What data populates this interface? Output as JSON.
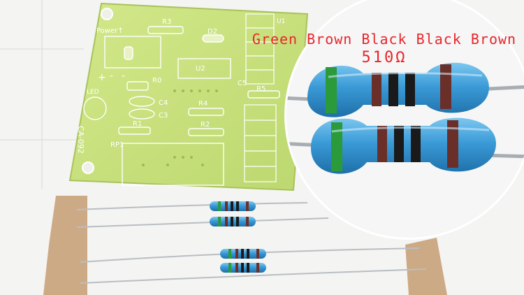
{
  "pcb": {
    "board_id": "CA-092",
    "power_label": "Power↑",
    "led_label": "LED",
    "components": {
      "r0": "R0",
      "r1": "R1",
      "r2": "R2",
      "r3": "R3",
      "r4": "R4",
      "r5": "R5",
      "u1": "U1",
      "u2": "U2",
      "d2": "D2",
      "c3": "C3",
      "c4": "C4",
      "c5": "C5",
      "rp1": "RP1"
    },
    "polarity_marks": [
      "+",
      "-",
      "-"
    ]
  },
  "zoom": {
    "color_code": "Green Brown Black Black Brown",
    "resistance": "510Ω"
  },
  "colors": {
    "pcb_green": "#c9e17d",
    "resistor_body": "#3a9ad6",
    "band_green": "#2a9a3a",
    "band_brown": "#6b2f2a",
    "band_black": "#1a1a1a",
    "annotation_red": "#e8262a",
    "tape": "#c9a27a"
  }
}
